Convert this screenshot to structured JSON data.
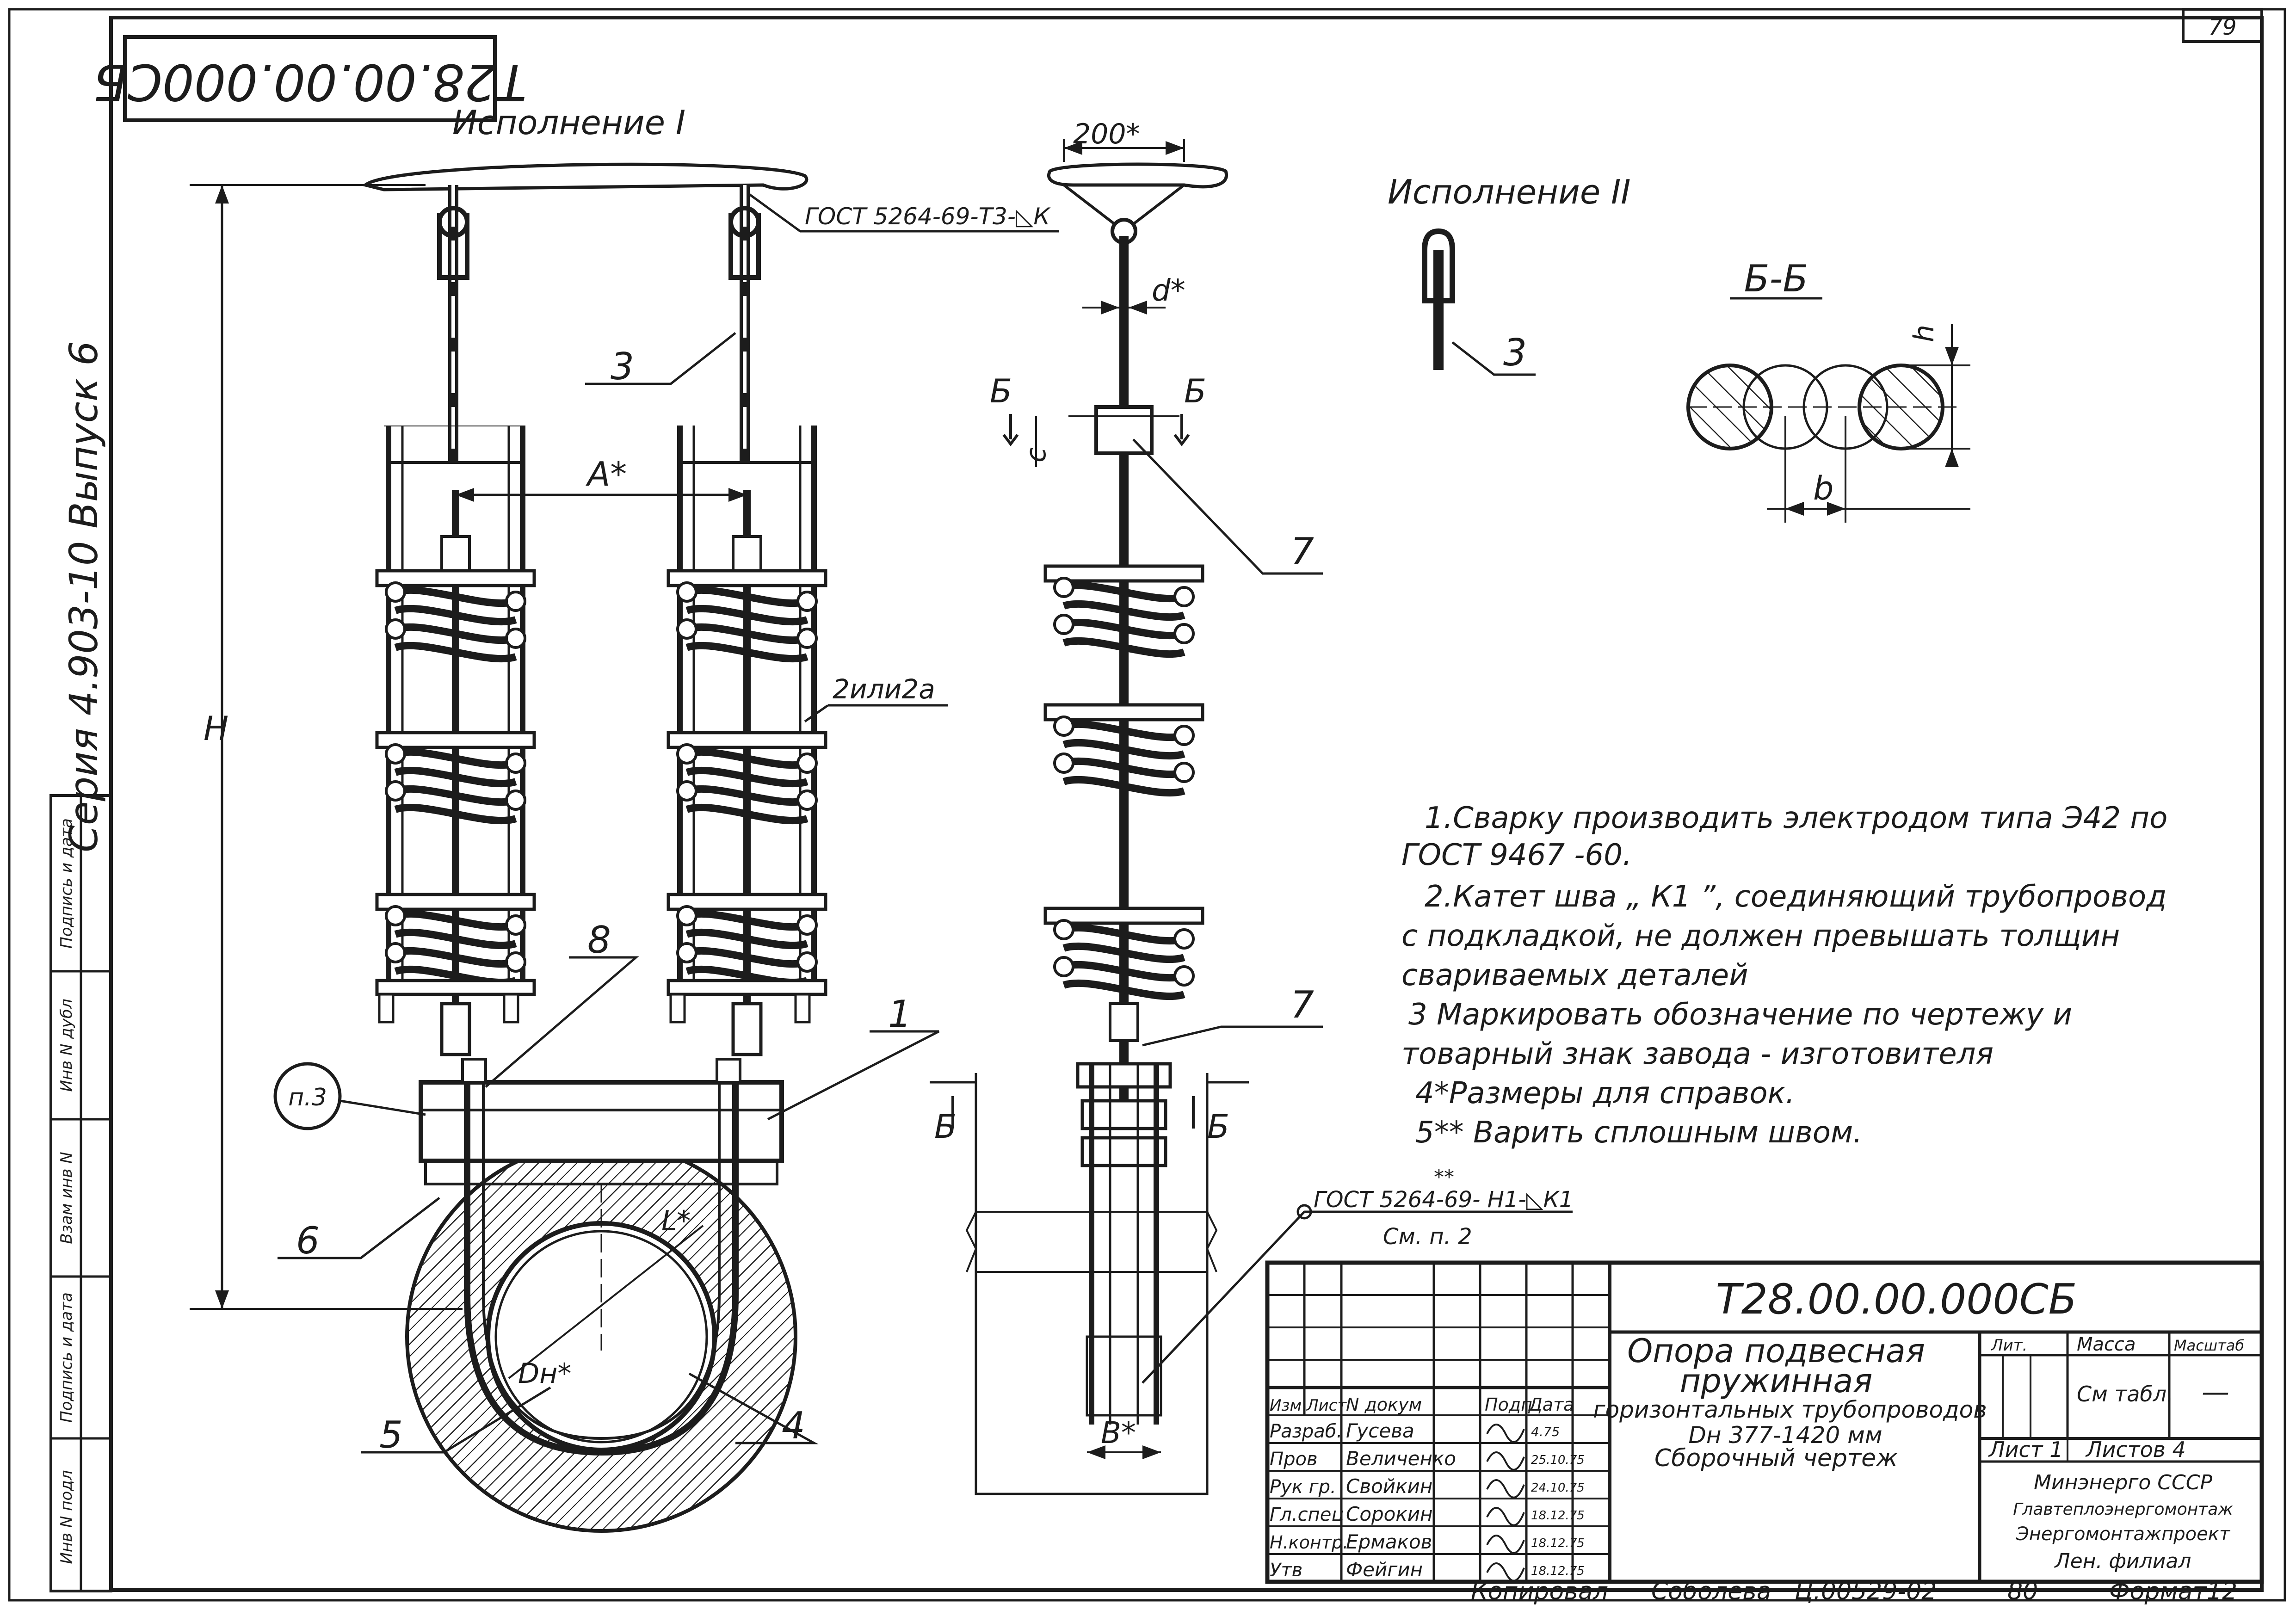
{
  "sheet": {
    "page_number": "79",
    "code_rotated": "Т28.00.00.000СБ",
    "series_vertical": "Серия 4.903-10 Выпуск 6"
  },
  "views": {
    "execution_1": "Исполнение I",
    "execution_2": "Исполнение II",
    "section_bb": "Б-Б",
    "section_mark": "Б"
  },
  "dimensions": {
    "width_200": "200*",
    "d": "d*",
    "A": "A*",
    "H": "H",
    "h": "h",
    "b": "b",
    "c": "c",
    "L": "L*",
    "Dn": "Dн*",
    "B": "B*"
  },
  "weld_marks": {
    "top": "ГОСТ 5264-69-Т3-◺К",
    "bottom": "ГОСТ 5264-69- Н1-◺К1",
    "bottom_stars": "**",
    "bottom_ref": "См. п. 2"
  },
  "callouts": [
    "3",
    "3",
    "7",
    "7",
    "8",
    "1",
    "6",
    "5",
    "4",
    "2или2а"
  ],
  "callout_circle": "п.3",
  "notes": [
    "1.Сварку производить электродом типа Э42 по",
    "ГОСТ 9467 -60.",
    "2.Катет шва „ К1 ”, соединяющий трубопровод",
    "с подкладкой, не должен превышать толщин",
    "свариваемых деталей",
    "3 Маркировать обозначение по чертежу и",
    "товарный знак завода - изготовителя",
    "4*Размеры для справок.",
    "5** Варить сплошным швом."
  ],
  "title_block": {
    "doc_number": "Т28.00.00.000СБ",
    "name_lines": [
      "Опора подвесная",
      "пружинная",
      "горизонтальных трубопроводов",
      "Dн 377-1420 мм",
      "Сборочный чертеж"
    ],
    "col_headers": [
      "Изм",
      "Лист",
      "N докум",
      "Подп",
      "Дата"
    ],
    "roles": [
      "Разраб.",
      "Пров",
      "Рук гр.",
      "Гл.спец",
      "Н.контр.",
      "Утв"
    ],
    "names": [
      "Гусева",
      "Величенко",
      "Свойкин",
      "Сорокин",
      "Ермаков",
      "Фейгин"
    ],
    "dates": [
      "4.75",
      "25.10.75",
      "24.10.75",
      "18.12.75",
      "18.12.75",
      "18.12.75"
    ],
    "lit": "Лит.",
    "mass": "Масса",
    "scale": "Масштаб",
    "mass_value": "См табл.",
    "scale_value": "—",
    "sheet": "Лист 1",
    "sheets": "Листов 4",
    "org_lines": [
      "Минэнерго СССР",
      "Главтеплоэнергомонтаж",
      "Энергомонтажпроект",
      "Лен. филиал"
    ]
  },
  "bottom_line": {
    "copied": "Копировал",
    "copier": "Соболева",
    "order": "Ц.00529-02",
    "num": "80",
    "format": "Формат12"
  },
  "left_stamp": [
    "Инв N подл",
    "Подпись и дата",
    "Взам инв N",
    "Инв N дубл",
    "Подпись и дата"
  ]
}
